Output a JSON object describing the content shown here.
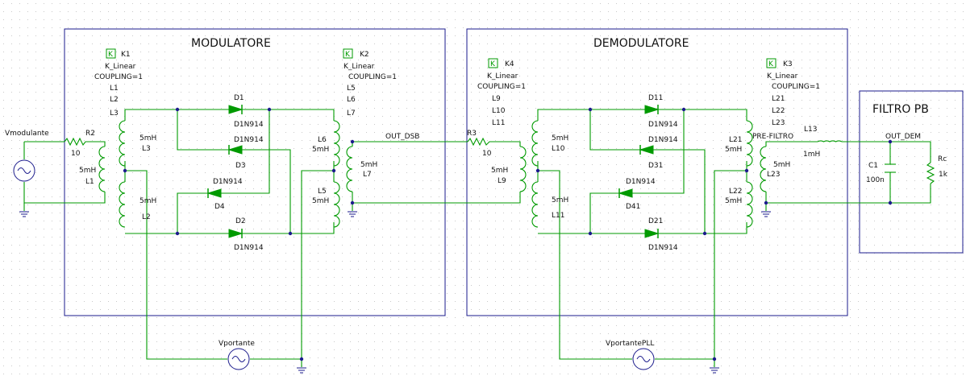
{
  "blocks": {
    "mod": "MODULATORE",
    "demod": "DEMODULATORE",
    "filter": "FILTRO PB"
  },
  "couplings": {
    "k_symbol": "K",
    "k1": {
      "name": "K1",
      "model": "K_Linear",
      "coupling": "COUPLING=1",
      "l1": "L1",
      "l2": "L2",
      "l3": "L3"
    },
    "k2": {
      "name": "K2",
      "model": "K_Linear",
      "coupling": "COUPLING=1",
      "l1": "L5",
      "l2": "L6",
      "l3": "L7"
    },
    "k4": {
      "name": "K4",
      "model": "K_Linear",
      "coupling": "COUPLING=1",
      "l1": "L9",
      "l2": "L10",
      "l3": "L11"
    },
    "k3": {
      "name": "K3",
      "model": "K_Linear",
      "coupling": "COUPLING=1",
      "l1": "L21",
      "l2": "L22",
      "l3": "L23"
    }
  },
  "sources": {
    "vmod": "Vmodulante",
    "vport": "Vportante",
    "vpll": "VportantePLL"
  },
  "resistors": {
    "r2": {
      "name": "R2",
      "value": "10"
    },
    "r3": {
      "name": "R3",
      "value": "10"
    },
    "rc": {
      "name": "Rc",
      "value": "1k"
    }
  },
  "inductors": {
    "l1": {
      "name": "L1",
      "value": "5mH"
    },
    "l3": {
      "name": "L3",
      "value": "5mH"
    },
    "l2": {
      "name": "L2",
      "value": "5mH"
    },
    "l6": {
      "name": "L6",
      "value": "5mH"
    },
    "l5": {
      "name": "L5",
      "value": "5mH"
    },
    "l7": {
      "name": "L7",
      "value": "5mH"
    },
    "l9": {
      "name": "L9",
      "value": "5mH"
    },
    "l10": {
      "name": "L10",
      "value": "5mH"
    },
    "l11": {
      "name": "L11",
      "value": "5mH"
    },
    "l21": {
      "name": "L21",
      "value": "5mH"
    },
    "l22": {
      "name": "L22",
      "value": "5mH"
    },
    "l23": {
      "name": "L23",
      "value": "5mH"
    },
    "l13": {
      "name": "L13",
      "value": "1mH"
    }
  },
  "diodes": {
    "d1": {
      "name": "D1",
      "model": "D1N914"
    },
    "d3": {
      "name": "D3",
      "model": "D1N914"
    },
    "d4": {
      "name": "D4",
      "model": "D1N914"
    },
    "d2": {
      "name": "D2",
      "model": "D1N914"
    },
    "d11": {
      "name": "D11",
      "model": "D1N914"
    },
    "d31": {
      "name": "D31",
      "model": "D1N914"
    },
    "d41": {
      "name": "D41",
      "model": "D1N914"
    },
    "d21": {
      "name": "D21",
      "model": "D1N914"
    }
  },
  "capacitors": {
    "c1": {
      "name": "C1",
      "value": "100n"
    }
  },
  "nets": {
    "out_dsb": "OUT_DSB",
    "pre_filtro": "PRE-FILTRO",
    "out_dem": "OUT_DEM"
  },
  "colors": {
    "wire": "#009a00",
    "frame": "#1b1b8c",
    "grid": "#c9c9c9"
  }
}
